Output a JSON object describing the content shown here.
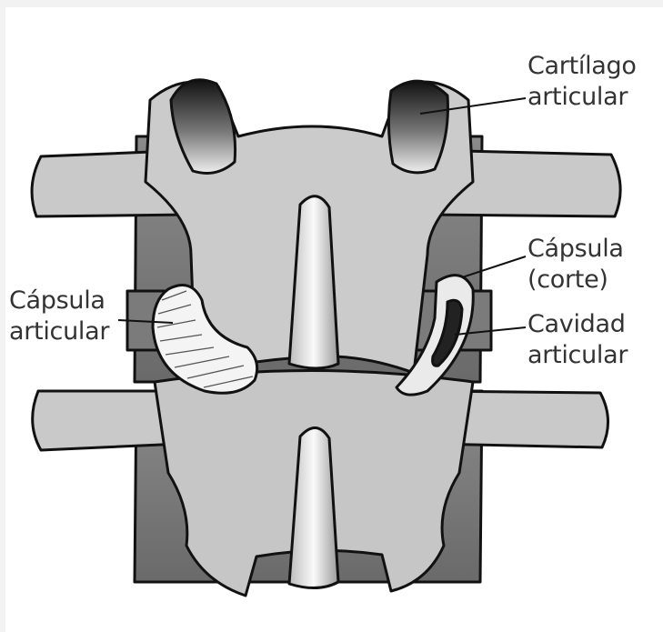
{
  "labels": {
    "cartilago": {
      "line1": "Cartílago",
      "line2": "articular"
    },
    "capsula_corte": {
      "line1": "Cápsula",
      "line2": "(corte)"
    },
    "cavidad": {
      "line1": "Cavidad",
      "line2": "articular"
    },
    "capsula_articular": {
      "line1": "Cápsula",
      "line2": "articular"
    }
  },
  "colors": {
    "bone_light": "#c9c9c9",
    "bone_mid": "#9a9a9a",
    "bone_dark": "#6e6e6e",
    "outline": "#111111",
    "background": "#ffffff"
  }
}
